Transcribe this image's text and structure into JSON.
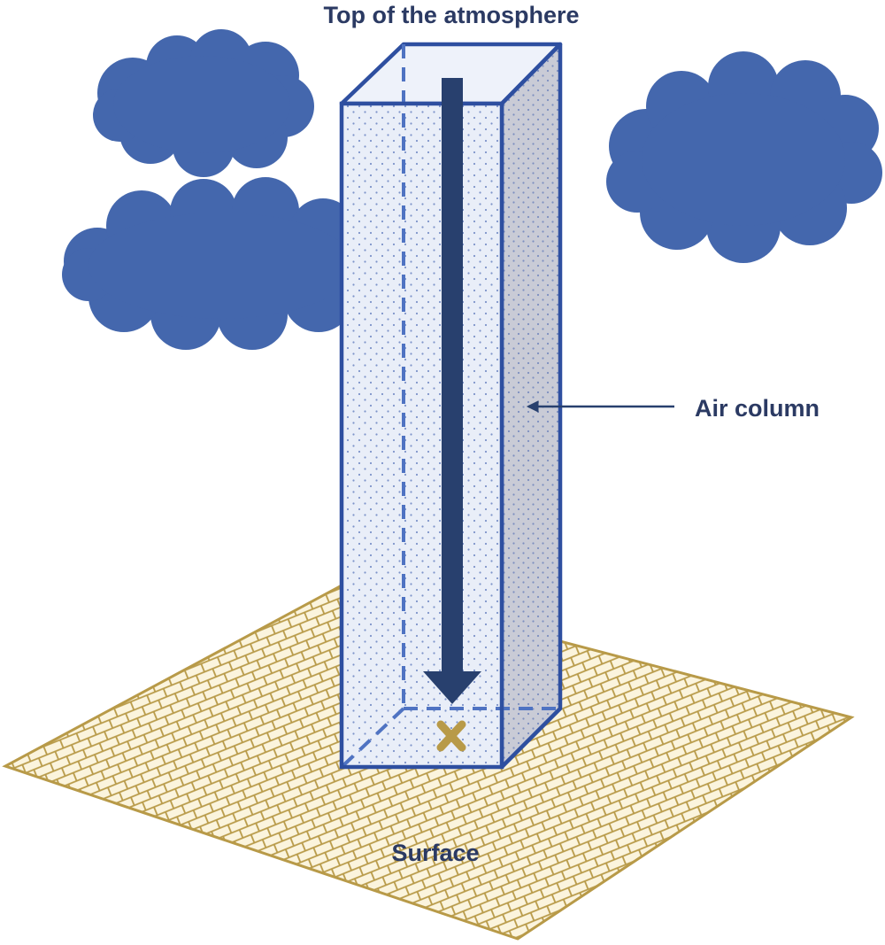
{
  "labels": {
    "top": "Top of the atmosphere",
    "air_column": "Air column",
    "surface": "Surface"
  },
  "colors": {
    "label_text": "#2b3a63",
    "cloud_fill": "#4467ad",
    "column_outline": "#2e4fa0",
    "column_face": "#e9eef8",
    "column_side": "#c9cbd6",
    "column_top": "#eef2fa",
    "dot_pattern": "#7d93c9",
    "down_arrow": "#28406e",
    "surface_line": "#b89a48",
    "surface_fill": "#fbf4dd",
    "marker_x": "#b89a48",
    "pointer_arrow": "#28406e"
  },
  "icons": {
    "down_arrow": "downward-arrow-icon",
    "pointer_arrow": "left-pointer-arrow-icon",
    "marker": "cross-marker-icon"
  }
}
